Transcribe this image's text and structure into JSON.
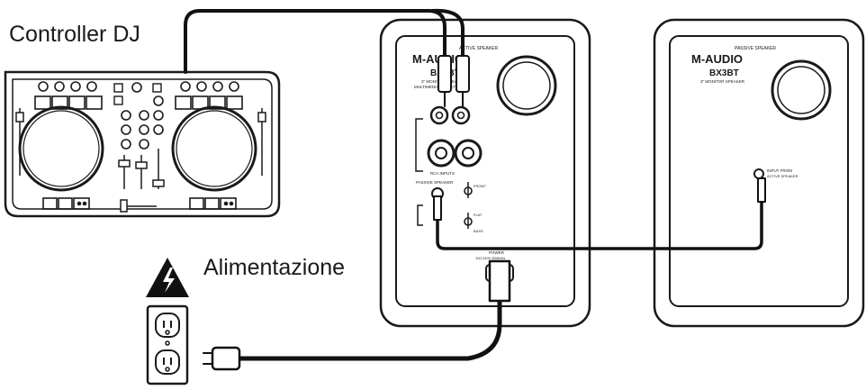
{
  "labels": {
    "controller": "Controller DJ",
    "power": "Alimentazione"
  },
  "speakers": {
    "active": {
      "header": "ACTIVE SPEAKER",
      "brand": "M-AUDIO",
      "model": "BX3BT",
      "desc1": "3\" MONITOR SPEAKER",
      "desc2": "MULTIMEDIA / DESKTOP",
      "rca_label": "RCA INPUTS",
      "passive_out_label": "PASSIVE SPEAKER",
      "power_label": "POWER",
      "power_sub": "100-240V 50/60Hz",
      "switch1": "FRONT",
      "switch2": "FLAT",
      "switch3": "BASS"
    },
    "passive": {
      "header": "PASSIVE SPEAKER",
      "brand": "M-AUDIO",
      "model": "BX3BT",
      "desc1": "3\" MONITOR SPEAKER",
      "input_label": "INPUT FROM",
      "input_sub": "ACTIVE SPEAKER"
    }
  },
  "colors": {
    "line": "#1a1a1a",
    "panel": "#ffffff",
    "cable": "#111111"
  }
}
